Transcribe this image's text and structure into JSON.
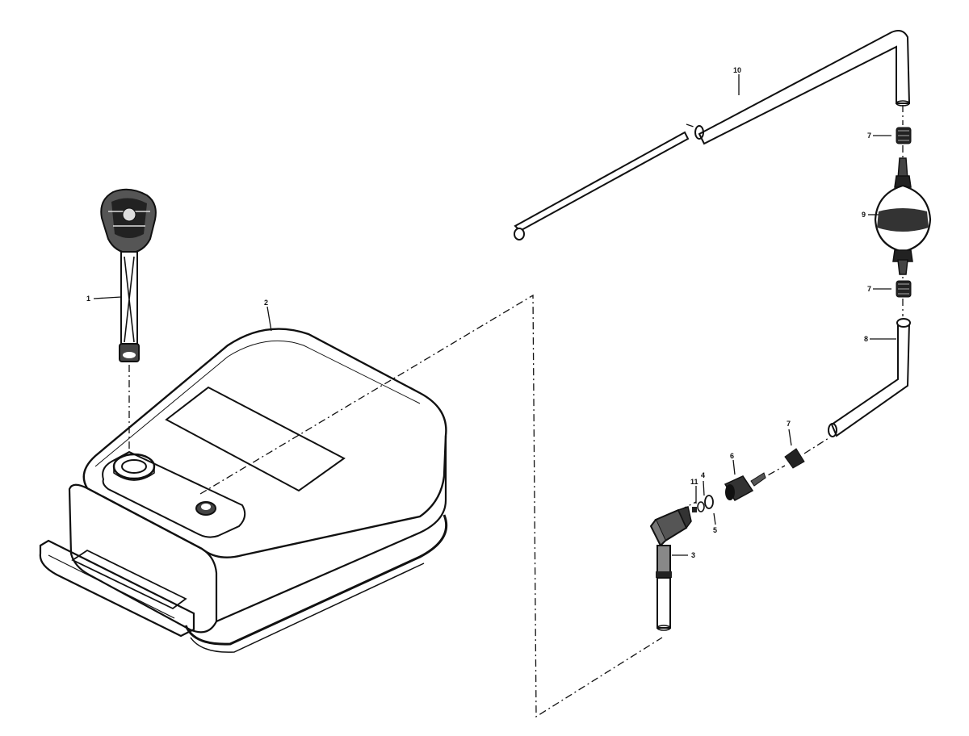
{
  "diagram": {
    "colors": {
      "ink": "#111111",
      "paper": "#ffffff"
    },
    "callouts": [
      {
        "id": "c1",
        "text": "1"
      },
      {
        "id": "c2",
        "text": "2"
      },
      {
        "id": "c3",
        "text": "3"
      },
      {
        "id": "c4",
        "text": "4"
      },
      {
        "id": "c5",
        "text": "5"
      },
      {
        "id": "c6",
        "text": "6"
      },
      {
        "id": "c7a",
        "text": "7"
      },
      {
        "id": "c7b",
        "text": "7"
      },
      {
        "id": "c7c",
        "text": "7"
      },
      {
        "id": "c8",
        "text": "8"
      },
      {
        "id": "c9",
        "text": "9"
      },
      {
        "id": "c10",
        "text": "10"
      },
      {
        "id": "c11",
        "text": "11"
      }
    ]
  }
}
